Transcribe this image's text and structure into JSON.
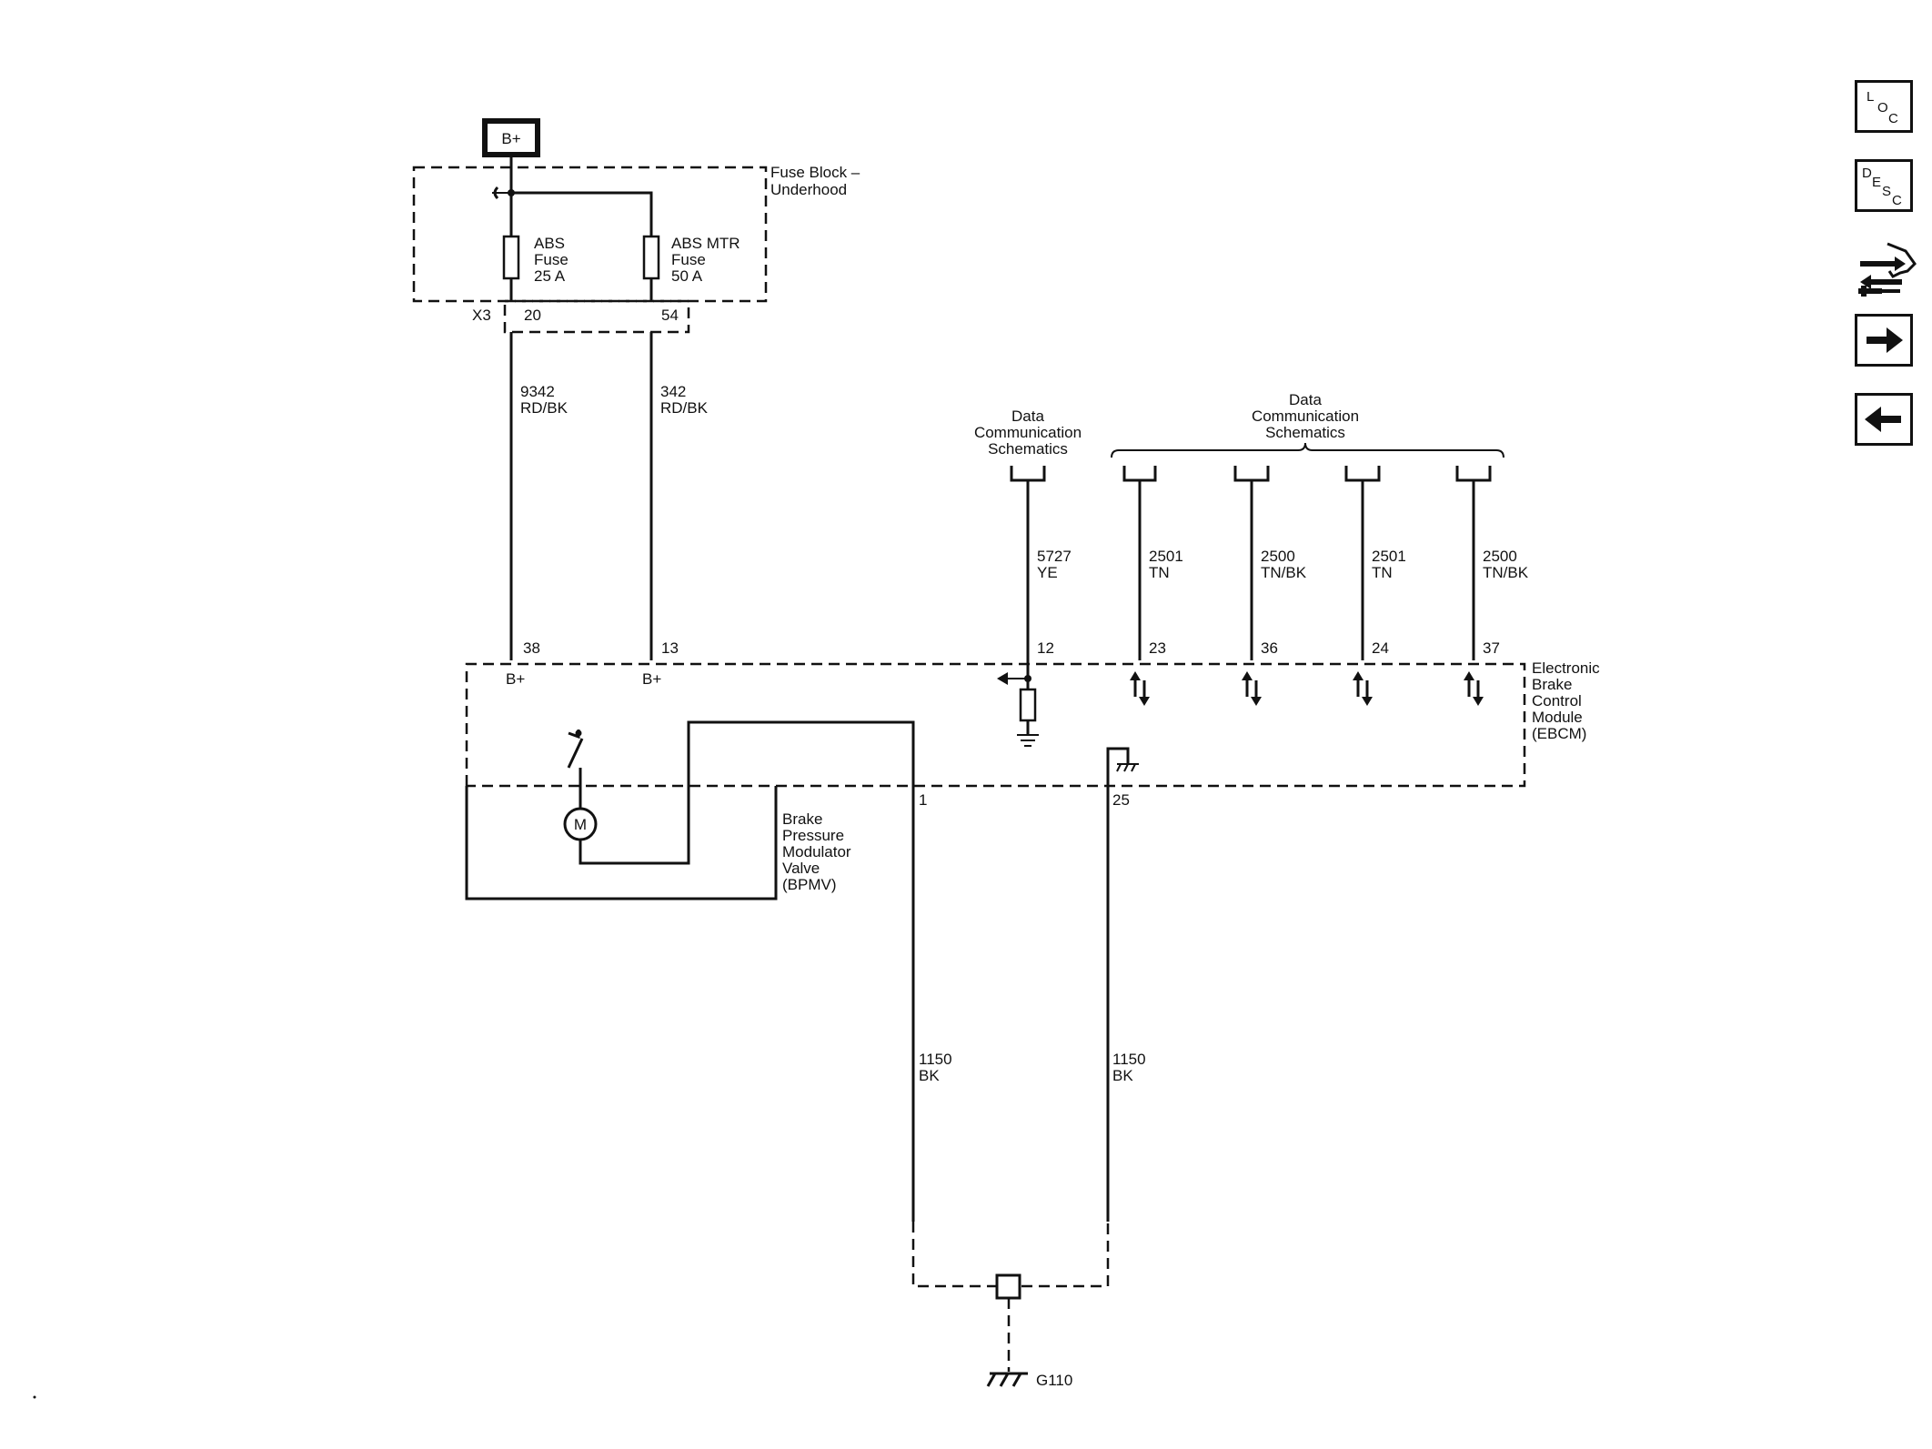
{
  "supply": {
    "label": "B+"
  },
  "fuse_block": {
    "name_line1": "Fuse Block –",
    "name_line2": "Underhood",
    "connector": "X3",
    "fuses": [
      {
        "line1": "ABS",
        "line2": "Fuse",
        "line3": "25 A",
        "pin": "20"
      },
      {
        "line1": "ABS MTR",
        "line2": "Fuse",
        "line3": "50 A",
        "pin": "54"
      }
    ]
  },
  "wires": {
    "supply": [
      {
        "circuit": "9342",
        "color": "RD/BK"
      },
      {
        "circuit": "342",
        "color": "RD/BK"
      }
    ],
    "data": [
      {
        "circuit": "5727",
        "color": "YE"
      },
      {
        "circuit": "2501",
        "color": "TN"
      },
      {
        "circuit": "2500",
        "color": "TN/BK"
      },
      {
        "circuit": "2501",
        "color": "TN"
      },
      {
        "circuit": "2500",
        "color": "TN/BK"
      }
    ],
    "ground": [
      {
        "circuit": "1150",
        "color": "BK"
      },
      {
        "circuit": "1150",
        "color": "BK"
      }
    ]
  },
  "references": {
    "single": {
      "line1": "Data",
      "line2": "Communication",
      "line3": "Schematics"
    },
    "group": {
      "line1": "Data",
      "line2": "Communication",
      "line3": "Schematics"
    }
  },
  "ebcm": {
    "name_lines": [
      "Electronic",
      "Brake",
      "Control",
      "Module",
      "(EBCM)"
    ],
    "pins_top": [
      "38",
      "13",
      "12",
      "23",
      "36",
      "24",
      "37"
    ],
    "power_labels": [
      "B+",
      "B+"
    ],
    "pins_bottom": [
      "1",
      "25"
    ]
  },
  "bpmv": {
    "name_lines": [
      "Brake",
      "Pressure",
      "Modulator",
      "Valve",
      "(BPMV)"
    ],
    "motor": "M"
  },
  "ground_point": {
    "label": "G110"
  },
  "nav": {
    "loc": [
      "L",
      "O",
      "C"
    ],
    "desc": [
      "D",
      "E",
      "S",
      "C"
    ]
  }
}
